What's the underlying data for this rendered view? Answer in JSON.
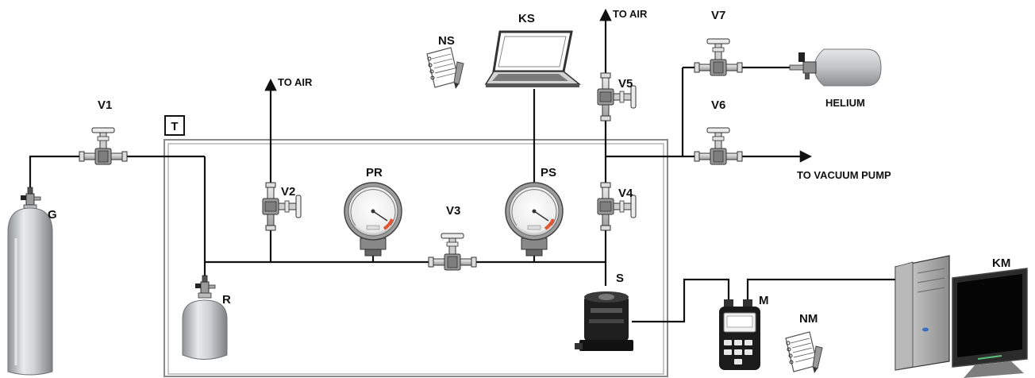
{
  "labels": {
    "g": "G",
    "r": "R",
    "t": "T",
    "v1": "V1",
    "v2": "V2",
    "v3": "V3",
    "v4": "V4",
    "v5": "V5",
    "v6": "V6",
    "v7": "V7",
    "pr": "PR",
    "ps": "PS",
    "ns": "NS",
    "ks": "KS",
    "s": "S",
    "m": "M",
    "nm": "NM",
    "km": "KM",
    "helium": "HELIUM",
    "to_air_1": "TO AIR",
    "to_air_2": "TO AIR",
    "to_vacuum": "TO VACUUM PUMP"
  },
  "colors": {
    "pipe": "#111111",
    "enclosure": "#8a8a8a",
    "cylinder": "#c7c9cb",
    "gauge_red": "#e3552f"
  }
}
